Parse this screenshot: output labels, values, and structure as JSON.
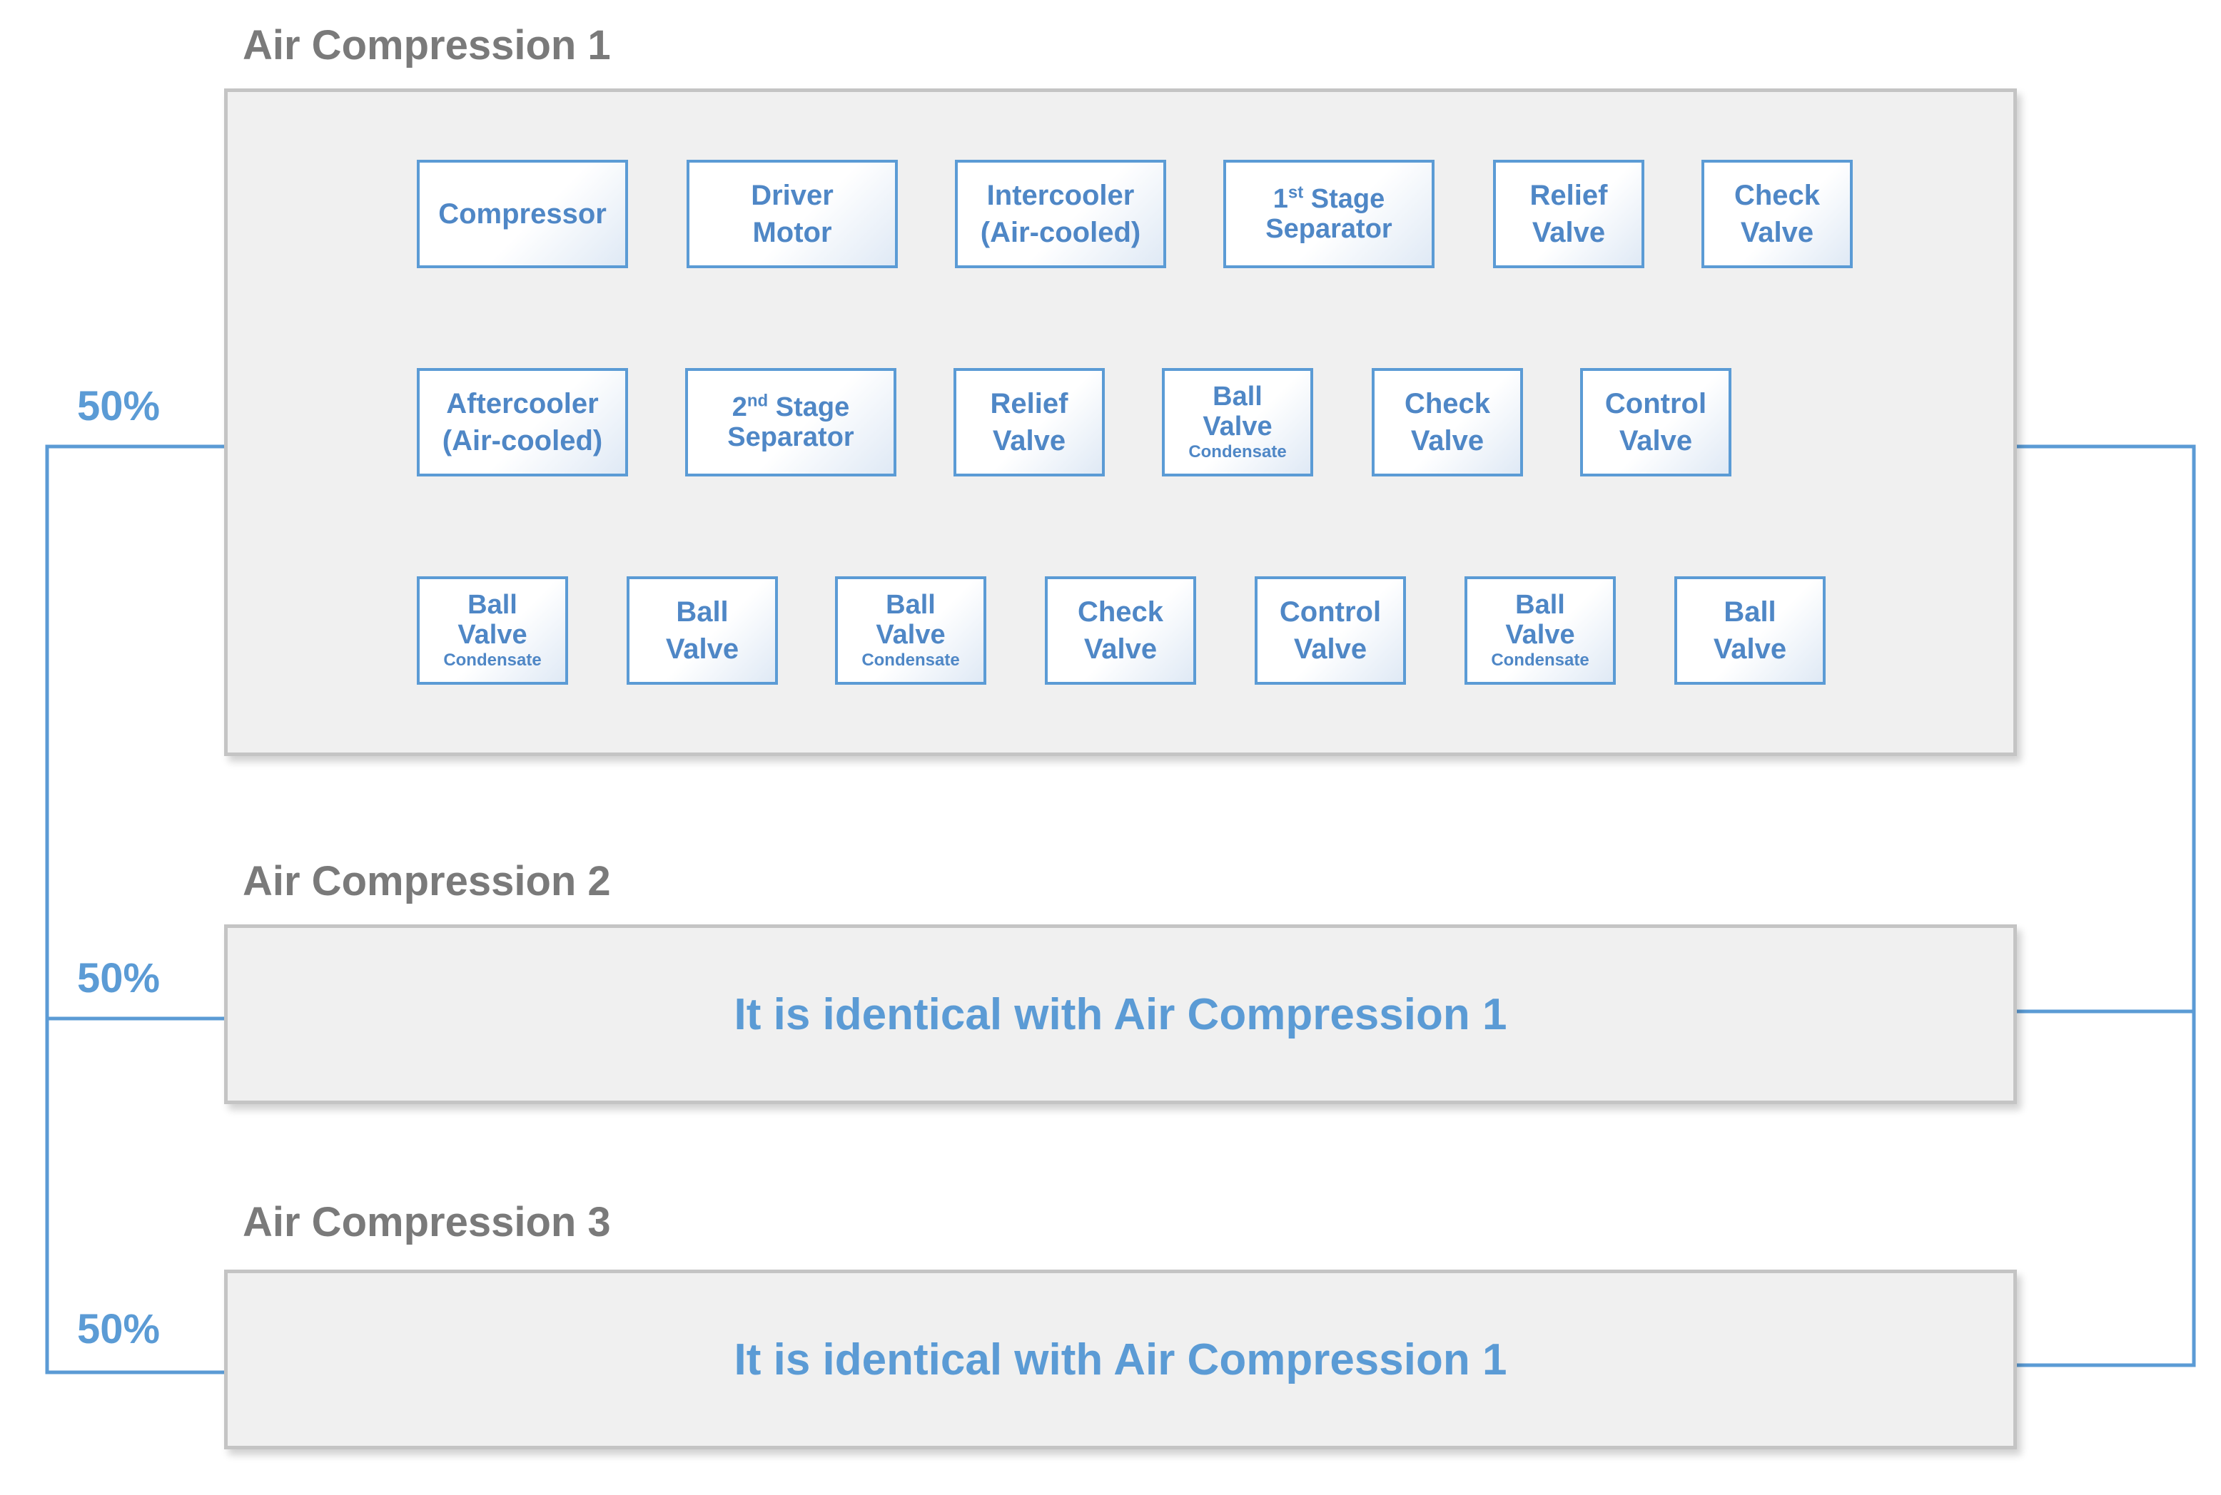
{
  "colors": {
    "accent": "#5b9bd5",
    "title_gray": "#7a7a7a",
    "panel_fill": "#f0f0f0"
  },
  "systems": [
    {
      "title": "Air Compression 1",
      "percent": "50%"
    },
    {
      "title": "Air Compression 2",
      "percent": "50%",
      "note": "It is identical with Air Compression 1"
    },
    {
      "title": "Air Compression 3",
      "percent": "50%",
      "note": "It is identical with Air Compression 1"
    }
  ],
  "components": [
    {
      "line1": "Compressor"
    },
    {
      "line1": "Driver",
      "line2": "Motor"
    },
    {
      "line1": "Intercooler",
      "line2": "(Air-cooled)"
    },
    {
      "line1": "1",
      "sup": "st",
      "line1b": " Stage",
      "line2": "Separator"
    },
    {
      "line1": "Relief",
      "line2": "Valve"
    },
    {
      "line1": "Check",
      "line2": "Valve"
    },
    {
      "line1": "Aftercooler",
      "line2": "(Air-cooled)"
    },
    {
      "line1": "2",
      "sup": "nd",
      "line1b": " Stage",
      "line2": "Separator"
    },
    {
      "line1": "Relief",
      "line2": "Valve"
    },
    {
      "line1": "Ball",
      "line2": "Valve",
      "line3": "Condensate"
    },
    {
      "line1": "Check",
      "line2": "Valve"
    },
    {
      "line1": "Control",
      "line2": "Valve"
    },
    {
      "line1": "Ball",
      "line2": "Valve",
      "line3": "Condensate"
    },
    {
      "line1": "Ball",
      "line2": "Valve"
    },
    {
      "line1": "Ball",
      "line2": "Valve",
      "line3": "Condensate"
    },
    {
      "line1": "Check",
      "line2": "Valve"
    },
    {
      "line1": "Control",
      "line2": "Valve"
    },
    {
      "line1": "Ball",
      "line2": "Valve",
      "line3": "Condensate"
    },
    {
      "line1": "Ball",
      "line2": "Valve"
    }
  ]
}
